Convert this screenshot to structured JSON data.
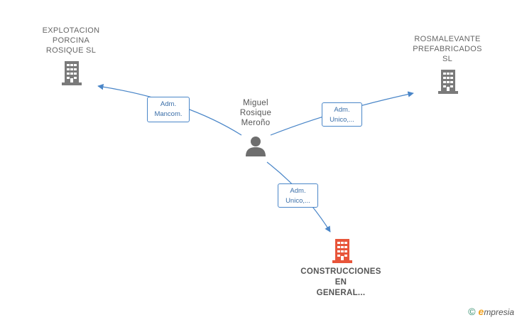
{
  "diagram": {
    "nodes": [
      {
        "id": "explotacion",
        "type": "company",
        "color": "#7a7a7a",
        "lines": [
          "EXPLOTACION",
          "PORCINA",
          "ROSIQUE  SL"
        ]
      },
      {
        "id": "rosmalevante",
        "type": "company",
        "color": "#7a7a7a",
        "lines": [
          "ROSMALEVANTE",
          "PREFABRICADOS",
          "SL"
        ]
      },
      {
        "id": "construcciones",
        "type": "company",
        "color": "#e8553a",
        "lines": [
          "CONSTRUCCIONES",
          "EN",
          "GENERAL..."
        ]
      },
      {
        "id": "miguel",
        "type": "person",
        "color": "#6e6e6e",
        "lines": [
          "Miguel",
          "Rosique",
          "Meroño"
        ]
      }
    ],
    "edges": [
      {
        "from": "miguel",
        "to": "explotacion",
        "lines": [
          "Adm.",
          "Mancom."
        ]
      },
      {
        "from": "miguel",
        "to": "rosmalevante",
        "lines": [
          "Adm.",
          "Unico,..."
        ]
      },
      {
        "from": "miguel",
        "to": "construcciones",
        "lines": [
          "Adm.",
          "Unico,..."
        ]
      }
    ],
    "edge_color": "#4a86c8"
  },
  "footer": {
    "copyright_symbol": "©",
    "brand_initial": "e",
    "brand_rest": "mpresia"
  }
}
